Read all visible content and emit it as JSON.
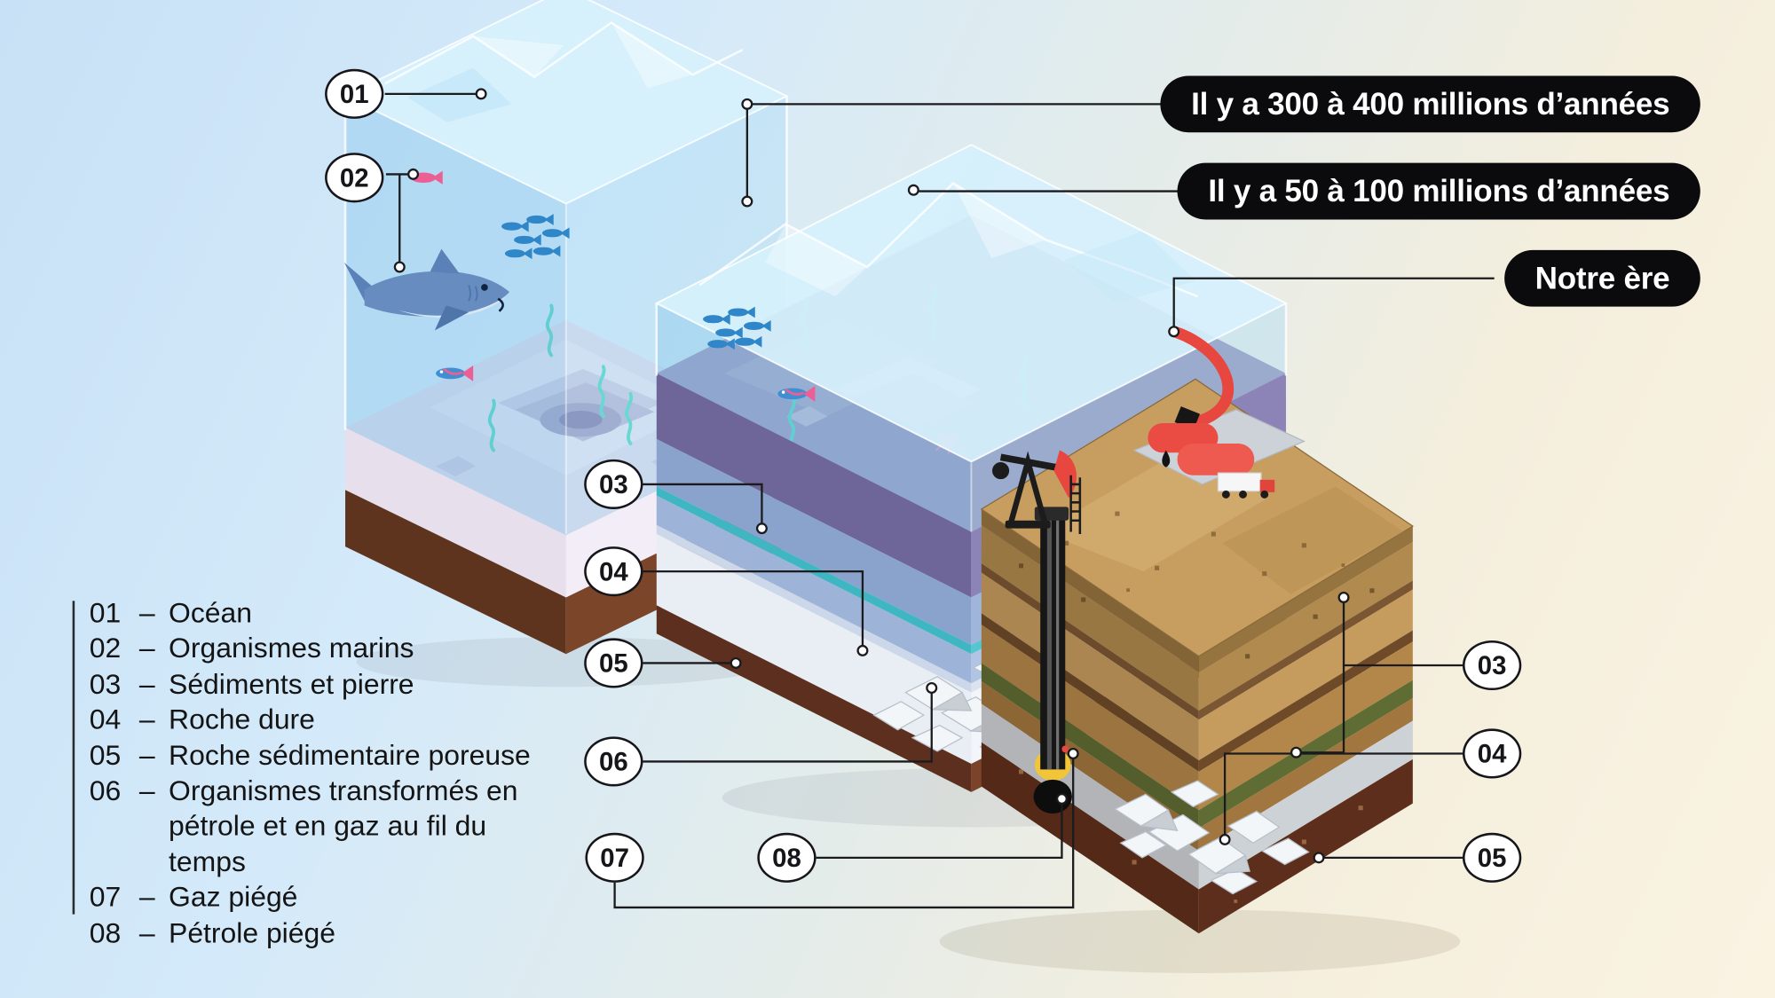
{
  "era_labels": {
    "label1": "Il y a 300 à 400 millions d’années",
    "label2": "Il y a 50 à 100 millions d’années",
    "label3": "Notre ère"
  },
  "callouts": {
    "c01": "01",
    "c02": "02",
    "c03": "03",
    "c04": "04",
    "c05": "05",
    "c06": "06",
    "c07": "07",
    "c08": "08",
    "r03": "03",
    "r04": "04",
    "r05": "05"
  },
  "legend": {
    "dash": "–",
    "items": [
      {
        "num": "01",
        "label": "Océan"
      },
      {
        "num": "02",
        "label": "Organismes marins"
      },
      {
        "num": "03",
        "label": "Sédiments et pierre"
      },
      {
        "num": "04",
        "label": "Roche dure"
      },
      {
        "num": "05",
        "label": "Roche sédimentaire poreuse"
      },
      {
        "num": "06",
        "label": "Organismes transformés en",
        "label2": "pétrole et en gaz au fil du temps"
      },
      {
        "num": "07",
        "label": "Gaz piégé"
      },
      {
        "num": "08",
        "label": "Pétrole piégé"
      }
    ]
  },
  "palette": {
    "pill_bg": "#0b0b0d",
    "pill_text": "#ffffff",
    "line_color": "#1b1b1e",
    "water_surface": "#d6effb",
    "seafloor_ancient": "#ded6e8",
    "seafloor_recent": "#8b82ae",
    "earth_tan": "#c79e60",
    "earth_green_layer": "#5f6c33",
    "porous_gray": "#cdd2d7",
    "earth_brown_base": "#5e2e1c",
    "machinery_red": "#e8473f",
    "gas_yellow": "#f2c437",
    "oil_black": "#0d0d0d",
    "seaweed_teal": "#2ed3b4",
    "fish_blue": "#2f86c8",
    "fish_pink": "#ec5f94"
  }
}
